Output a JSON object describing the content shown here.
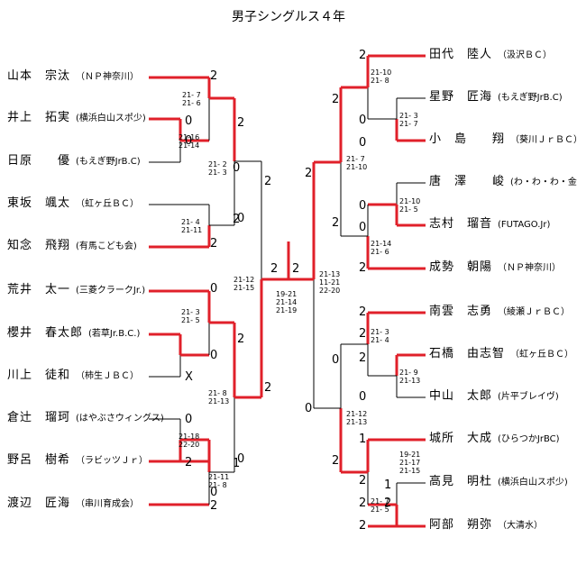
{
  "title": "男子シングルス４年",
  "colors": {
    "winner_line": "#e0202a",
    "loser_line": "#000000"
  },
  "left_players": [
    {
      "name": "山本　宗汰",
      "club": "（ＮＰ神奈川）"
    },
    {
      "name": "井上　拓実",
      "club": "(横浜白山スポ少)"
    },
    {
      "name": "日原　　優",
      "club": "(もえぎ野JrB.C)"
    },
    {
      "name": "東坂　颯太",
      "club": "（虹ヶ丘ＢＣ）"
    },
    {
      "name": "知念　飛翔",
      "club": "(有馬こども会)"
    },
    {
      "name": "荒井　太一",
      "club": "(三菱クラークJr.)"
    },
    {
      "name": "櫻井　春太郎",
      "club": "(若草Jr.B.C.)"
    },
    {
      "name": "川上　徒和",
      "club": "（柿生ＪＢＣ）"
    },
    {
      "name": "倉辻　瑠珂",
      "club": "(はやぶさウィングス)"
    },
    {
      "name": "野呂　樹希",
      "club": "（ラビッツＪｒ）"
    },
    {
      "name": "渡辺　匠海",
      "club": "（串川育成会）"
    }
  ],
  "right_players": [
    {
      "name": "田代　陸人",
      "club": "（汲沢ＢＣ）"
    },
    {
      "name": "星野　匠海",
      "club": "(もえぎ野JrB.C)"
    },
    {
      "name": "小　島　　翔",
      "club": "（葵川ＪｒＢＣ）"
    },
    {
      "name": "唐　澤　　峻",
      "club": "(わ・わ・わ・金程)"
    },
    {
      "name": "志村　瑠音",
      "club": "(FUTAGO.Jr)"
    },
    {
      "name": "成勢　朝陽",
      "club": "（ＮＰ神奈川）"
    },
    {
      "name": "南雲　志勇",
      "club": "（綾瀬ＪｒＢＣ）"
    },
    {
      "name": "石橋　由志智",
      "club": "（虹ヶ丘ＢＣ）"
    },
    {
      "name": "中山　太郎",
      "club": "(片平ブレイヴ)"
    },
    {
      "name": "城所　大成",
      "club": "(ひらつかJrBC)"
    },
    {
      "name": "高見　明杜",
      "club": "(横浜白山スポ少)"
    },
    {
      "name": "阿部　朔弥",
      "club": "（大清水）"
    }
  ],
  "scores": [
    {
      "t": "2"
    },
    {
      "t": "2"
    },
    {
      "t": "0"
    },
    {
      "t": "0"
    },
    {
      "t": "2"
    },
    {
      "t": "0"
    },
    {
      "t": "2"
    },
    {
      "t": "0"
    },
    {
      "t": "2"
    },
    {
      "t": "0"
    },
    {
      "t": "2"
    },
    {
      "t": "0"
    },
    {
      "t": "X"
    },
    {
      "t": "0"
    },
    {
      "t": "2"
    },
    {
      "t": "0"
    },
    {
      "t": "2"
    },
    {
      "t": "2"
    },
    {
      "t": "2"
    },
    {
      "t": "0"
    },
    {
      "t": "1"
    },
    {
      "t": "2"
    },
    {
      "t": "2"
    },
    {
      "t": "2"
    },
    {
      "t": "0"
    },
    {
      "t": "0"
    },
    {
      "t": "2"
    },
    {
      "t": "2"
    },
    {
      "t": "0"
    },
    {
      "t": "0"
    },
    {
      "t": "2"
    },
    {
      "t": "2"
    },
    {
      "t": "2"
    },
    {
      "t": "0"
    },
    {
      "t": "2"
    },
    {
      "t": "0"
    },
    {
      "t": "0"
    },
    {
      "t": "1"
    },
    {
      "t": "2"
    },
    {
      "t": "2"
    },
    {
      "t": "1"
    },
    {
      "t": "2"
    },
    {
      "t": "2"
    },
    {
      "t": "2"
    }
  ],
  "set_scores": [
    {
      "t": "21- 7\n21- 6"
    },
    {
      "t": "21-16\n21-14"
    },
    {
      "t": "21- 2\n21- 3"
    },
    {
      "t": "21- 4\n21-11"
    },
    {
      "t": "21-12\n21-15"
    },
    {
      "t": "21- 3\n21- 5"
    },
    {
      "t": "21- 8\n21-13"
    },
    {
      "t": "21-18\n22-20"
    },
    {
      "t": "21-11\n21- 8"
    },
    {
      "t": "19-21\n21-14\n21-19"
    },
    {
      "t": "21-10\n21- 8"
    },
    {
      "t": "21- 3\n21- 7"
    },
    {
      "t": "21- 7\n21-10"
    },
    {
      "t": "21-10\n21- 5"
    },
    {
      "t": "21-14\n21- 6"
    },
    {
      "t": "21-13\n11-21\n22-20"
    },
    {
      "t": "21- 3\n21- 4"
    },
    {
      "t": "21- 9\n21-13"
    },
    {
      "t": "21-12\n21-13"
    },
    {
      "t": "19-21\n21-17\n21-15"
    },
    {
      "t": "21- 7\n21- 5"
    }
  ]
}
